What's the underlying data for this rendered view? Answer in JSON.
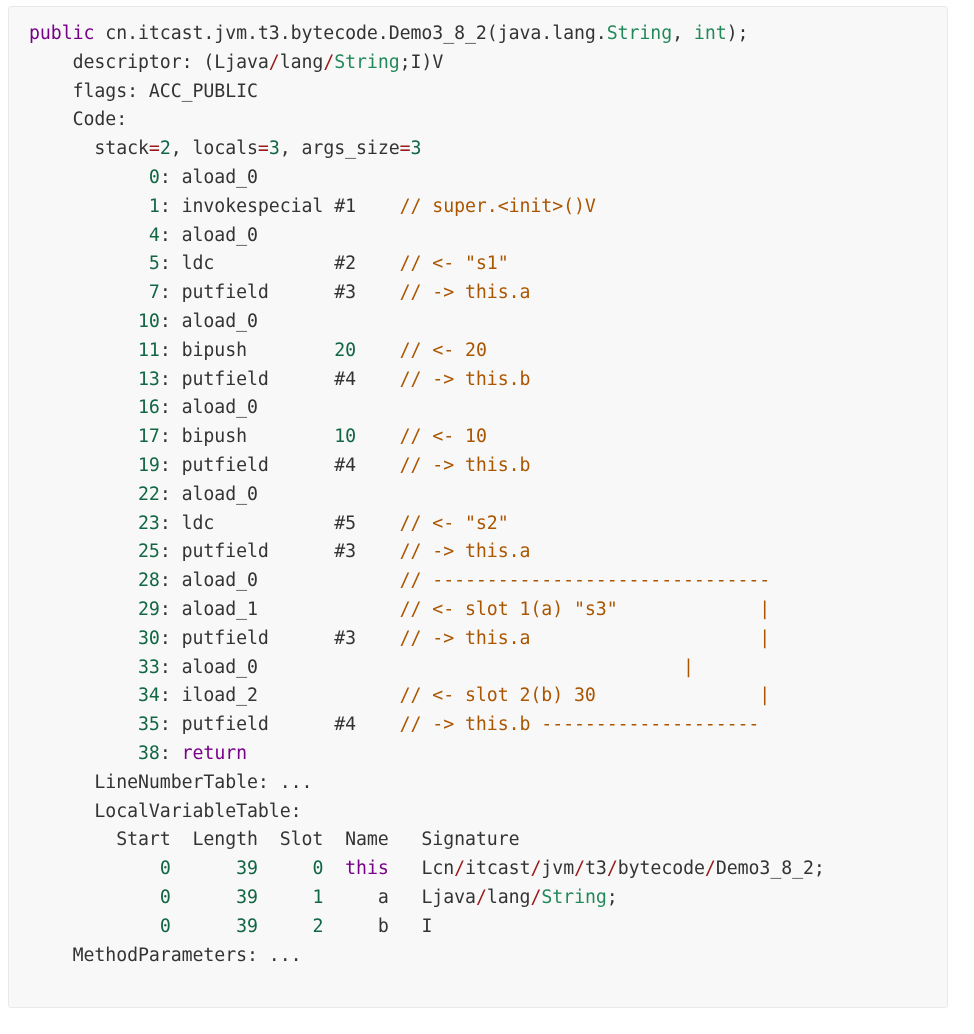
{
  "code_block": {
    "lines": [
      [
        [
          "public",
          "k"
        ],
        [
          " cn.itcast.jvm.t3.bytecode.Demo3_8_2(java.lang.",
          ""
        ],
        [
          "String",
          "v"
        ],
        [
          ", ",
          ""
        ],
        [
          "int",
          "v"
        ],
        [
          ");",
          ""
        ]
      ],
      [
        [
          "    descriptor: (Ljava",
          ""
        ],
        [
          "/",
          "o"
        ],
        [
          "lang",
          ""
        ],
        [
          "/",
          "o"
        ],
        [
          "String",
          "v"
        ],
        [
          ";I)V",
          ""
        ]
      ],
      [
        [
          "    flags: ACC_PUBLIC",
          ""
        ]
      ],
      [
        [
          "    Code:",
          ""
        ]
      ],
      [
        [
          "      stack",
          ""
        ],
        [
          "=",
          "o"
        ],
        [
          "2",
          "n"
        ],
        [
          ", locals",
          ""
        ],
        [
          "=",
          "o"
        ],
        [
          "3",
          "n"
        ],
        [
          ", args_size",
          ""
        ],
        [
          "=",
          "o"
        ],
        [
          "3",
          "n"
        ]
      ],
      [
        [
          "           ",
          ""
        ],
        [
          "0",
          "n"
        ],
        [
          ": aload_0",
          ""
        ]
      ],
      [
        [
          "           ",
          ""
        ],
        [
          "1",
          "n"
        ],
        [
          ": invokespecial #1    ",
          ""
        ],
        [
          "// super.<init>()V",
          "c"
        ]
      ],
      [
        [
          "           ",
          ""
        ],
        [
          "4",
          "n"
        ],
        [
          ": aload_0",
          ""
        ]
      ],
      [
        [
          "           ",
          ""
        ],
        [
          "5",
          "n"
        ],
        [
          ": ldc           #2    ",
          ""
        ],
        [
          "// <- \"s1\"",
          "c"
        ]
      ],
      [
        [
          "           ",
          ""
        ],
        [
          "7",
          "n"
        ],
        [
          ": putfield      #3    ",
          ""
        ],
        [
          "// -> this.a",
          "c"
        ]
      ],
      [
        [
          "          ",
          ""
        ],
        [
          "10",
          "n"
        ],
        [
          ": aload_0",
          ""
        ]
      ],
      [
        [
          "          ",
          ""
        ],
        [
          "11",
          "n"
        ],
        [
          ": bipush        ",
          ""
        ],
        [
          "20",
          "n"
        ],
        [
          "    ",
          ""
        ],
        [
          "// <- 20",
          "c"
        ]
      ],
      [
        [
          "          ",
          ""
        ],
        [
          "13",
          "n"
        ],
        [
          ": putfield      #4    ",
          ""
        ],
        [
          "// -> this.b",
          "c"
        ]
      ],
      [
        [
          "          ",
          ""
        ],
        [
          "16",
          "n"
        ],
        [
          ": aload_0",
          ""
        ]
      ],
      [
        [
          "          ",
          ""
        ],
        [
          "17",
          "n"
        ],
        [
          ": bipush        ",
          ""
        ],
        [
          "10",
          "n"
        ],
        [
          "    ",
          ""
        ],
        [
          "// <- 10",
          "c"
        ]
      ],
      [
        [
          "          ",
          ""
        ],
        [
          "19",
          "n"
        ],
        [
          ": putfield      #4    ",
          ""
        ],
        [
          "// -> this.b",
          "c"
        ]
      ],
      [
        [
          "          ",
          ""
        ],
        [
          "22",
          "n"
        ],
        [
          ": aload_0",
          ""
        ]
      ],
      [
        [
          "          ",
          ""
        ],
        [
          "23",
          "n"
        ],
        [
          ": ldc           #5    ",
          ""
        ],
        [
          "// <- \"s2\"",
          "c"
        ]
      ],
      [
        [
          "          ",
          ""
        ],
        [
          "25",
          "n"
        ],
        [
          ": putfield      #3    ",
          ""
        ],
        [
          "// -> this.a",
          "c"
        ]
      ],
      [
        [
          "          ",
          ""
        ],
        [
          "28",
          "n"
        ],
        [
          ": aload_0             ",
          ""
        ],
        [
          "// -------------------------------",
          "c"
        ]
      ],
      [
        [
          "          ",
          ""
        ],
        [
          "29",
          "n"
        ],
        [
          ": aload_1             ",
          ""
        ],
        [
          "// <- slot 1(a) \"s3\"             |",
          "c"
        ]
      ],
      [
        [
          "          ",
          ""
        ],
        [
          "30",
          "n"
        ],
        [
          ": putfield      #3    ",
          ""
        ],
        [
          "// -> this.a                     |",
          "c"
        ]
      ],
      [
        [
          "          ",
          ""
        ],
        [
          "33",
          "n"
        ],
        [
          ": aload_0                                       ",
          ""
        ],
        [
          "|",
          "c"
        ]
      ],
      [
        [
          "          ",
          ""
        ],
        [
          "34",
          "n"
        ],
        [
          ": iload_2             ",
          ""
        ],
        [
          "// <- slot 2(b) 30               |",
          "c"
        ]
      ],
      [
        [
          "          ",
          ""
        ],
        [
          "35",
          "n"
        ],
        [
          ": putfield      #4    ",
          ""
        ],
        [
          "// -> this.b --------------------",
          "c"
        ]
      ],
      [
        [
          "          ",
          ""
        ],
        [
          "38",
          "n"
        ],
        [
          ": ",
          ""
        ],
        [
          "return",
          "k"
        ]
      ],
      [
        [
          "      LineNumberTable: ...",
          ""
        ]
      ],
      [
        [
          "      LocalVariableTable:",
          ""
        ]
      ],
      [
        [
          "        Start  Length  Slot  Name   Signature",
          ""
        ]
      ],
      [
        [
          "            ",
          ""
        ],
        [
          "0",
          "n"
        ],
        [
          "      ",
          ""
        ],
        [
          "39",
          "n"
        ],
        [
          "     ",
          ""
        ],
        [
          "0",
          "n"
        ],
        [
          "  ",
          ""
        ],
        [
          "this",
          "k"
        ],
        [
          "   Lcn",
          ""
        ],
        [
          "/",
          "o"
        ],
        [
          "itcast",
          ""
        ],
        [
          "/",
          "o"
        ],
        [
          "jvm",
          ""
        ],
        [
          "/",
          "o"
        ],
        [
          "t3",
          ""
        ],
        [
          "/",
          "o"
        ],
        [
          "bytecode",
          ""
        ],
        [
          "/",
          "o"
        ],
        [
          "Demo3_8_2;",
          ""
        ]
      ],
      [
        [
          "            ",
          ""
        ],
        [
          "0",
          "n"
        ],
        [
          "      ",
          ""
        ],
        [
          "39",
          "n"
        ],
        [
          "     ",
          ""
        ],
        [
          "1",
          "n"
        ],
        [
          "     a   Ljava",
          ""
        ],
        [
          "/",
          "o"
        ],
        [
          "lang",
          ""
        ],
        [
          "/",
          "o"
        ],
        [
          "String",
          "v"
        ],
        [
          ";",
          ""
        ]
      ],
      [
        [
          "            ",
          ""
        ],
        [
          "0",
          "n"
        ],
        [
          "      ",
          ""
        ],
        [
          "39",
          "n"
        ],
        [
          "     ",
          ""
        ],
        [
          "2",
          "n"
        ],
        [
          "     b   I",
          ""
        ]
      ],
      [
        [
          "    MethodParameters: ...",
          ""
        ]
      ]
    ]
  }
}
